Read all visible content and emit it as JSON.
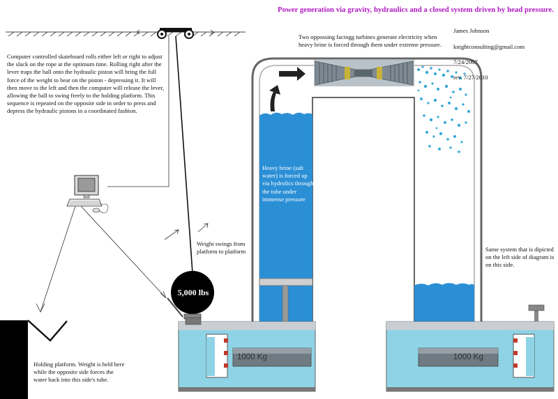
{
  "title": "Power generation via gravity, hydraulics and a closed system driven by head pressure.",
  "author": {
    "name": "James Johnson",
    "email": "knightconsulting@gmail.com",
    "date": "7/24/2007",
    "revision": "rev. 7/27/2010"
  },
  "notes": {
    "turbines": "Two oppossing facingg turbines generate electricity when\nheavy brine is forced through them under extreme pressure.",
    "computer": "Computer controlled skateboard rolls either left or right to adjust\nthe slack on the rope at the optimum time. Rolling right after the\nlever traps the ball onto the hydraulic piston will bring the full\nforce of the weight to bear on the piston - depressing it. It will\nthen move to the left and then the computer will release the lever,\nallowing the ball to swing freely to the holding platform. This\nsequence is repeated on the opposite side in order to press and\ndepress the hydraulic pistons in a coordinated fashion.",
    "swing": "Weight swings from\nplatform to platform",
    "holding": "Holding platform. Weight is held here\nwhile the opposite side forces the\nwater back into this side's tube.",
    "same_system": "Same system that is dipicted\non the left side of diagram is\non this side.",
    "brine": "Heavy brine (salt\nwater) is forced up\nvia hydrolics through\nthe tube under\nimmense pressure"
  },
  "weight_label": "5,000 lbs",
  "piston_left_label": "1000 Kg",
  "piston_right_label": "1000 Kg",
  "colors": {
    "title": "#b019c2",
    "brine": "#2b8fd6",
    "spray": "#35a8d8",
    "base_water": "#8fd3e6"
  }
}
